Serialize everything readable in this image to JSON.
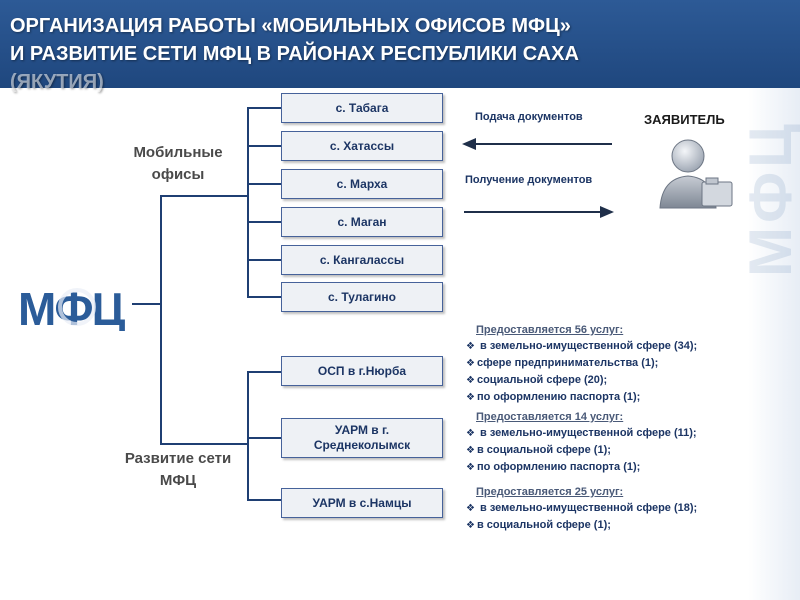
{
  "header": {
    "title_line1": "ОРГАНИЗАЦИЯ РАБОТЫ «МОБИЛЬНЫХ ОФИСОВ МФЦ»",
    "title_line2": "И РАЗВИТИЕ СЕТИ МФЦ В РАЙОНАХ РЕСПУБЛИКИ САХА",
    "title_line3": "(ЯКУТИЯ)"
  },
  "logo": {
    "text": "МФЦ"
  },
  "watermark": {
    "text": "МФЦ"
  },
  "groups": {
    "mobile": {
      "line1": "Мобильные",
      "line2": "офисы"
    },
    "network": {
      "line1": "Развитие сети",
      "line2": "МФЦ"
    }
  },
  "mobile_offices": [
    "с. Табага",
    "с. Хатассы",
    "с. Марха",
    "с. Маган",
    "с. Кангалассы",
    "с. Тулагино"
  ],
  "network_nodes": [
    {
      "line1": "ОСП в г.Нюрба",
      "line2": ""
    },
    {
      "line1": "УАРМ в г.",
      "line2": "Среднеколымск"
    },
    {
      "line1": "УАРМ в с.Намцы",
      "line2": ""
    }
  ],
  "flow": {
    "submit_label": "Подача документов",
    "receive_label": "Получение  документов",
    "applicant_label": "ЗАЯВИТЕЛЬ"
  },
  "services": [
    {
      "title": "Предоставляется 56 услуг:",
      "items": [
        " в земельно-имущественной сфере (34);",
        "сфере предпринимательства (1);",
        "социальной сфере (20);",
        "по оформлению паспорта (1);"
      ]
    },
    {
      "title": "Предоставляется 14 услуг:",
      "items": [
        " в земельно-имущественной сфере (11);",
        "в социальной сфере (1);",
        "по оформлению паспорта (1);"
      ]
    },
    {
      "title": "Предоставляется 25 услуг:",
      "items": [
        " в земельно-имущественной сфере (18);",
        "в социальной сфере (1);"
      ]
    }
  ],
  "colors": {
    "header_bg": "#2a5590",
    "connector": "#1f3f73",
    "box_border": "#46629a",
    "box_text": "#1c3564"
  }
}
